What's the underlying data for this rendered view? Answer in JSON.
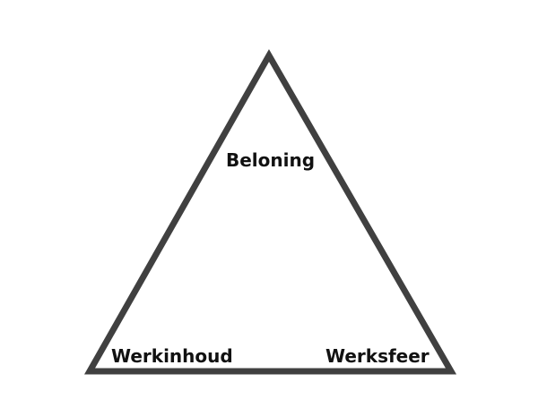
{
  "diagram": {
    "stroke_color": "#404040",
    "labels": {
      "top": "Beloning",
      "bottom_left": "Werkinhoud",
      "bottom_right": "Werksfeer"
    }
  }
}
